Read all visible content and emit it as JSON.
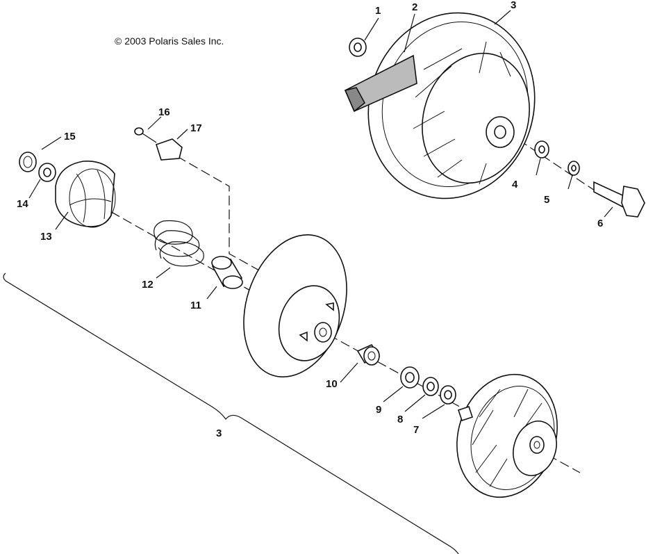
{
  "copyright": "© 2003 Polaris Sales Inc.",
  "callouts": [
    {
      "id": "c1",
      "text": "1"
    },
    {
      "id": "c2",
      "text": "2"
    },
    {
      "id": "c3",
      "text": "3"
    },
    {
      "id": "c4",
      "text": "4"
    },
    {
      "id": "c5",
      "text": "5"
    },
    {
      "id": "c6",
      "text": "6"
    },
    {
      "id": "c7",
      "text": "7"
    },
    {
      "id": "c8",
      "text": "8"
    },
    {
      "id": "c9",
      "text": "9"
    },
    {
      "id": "c10",
      "text": "10"
    },
    {
      "id": "c11",
      "text": "11"
    },
    {
      "id": "c12",
      "text": "12"
    },
    {
      "id": "c13",
      "text": "13"
    },
    {
      "id": "c14",
      "text": "14"
    },
    {
      "id": "c15",
      "text": "15"
    },
    {
      "id": "c16",
      "text": "16"
    },
    {
      "id": "c17",
      "text": "17"
    },
    {
      "id": "assembly",
      "text": "3"
    }
  ]
}
